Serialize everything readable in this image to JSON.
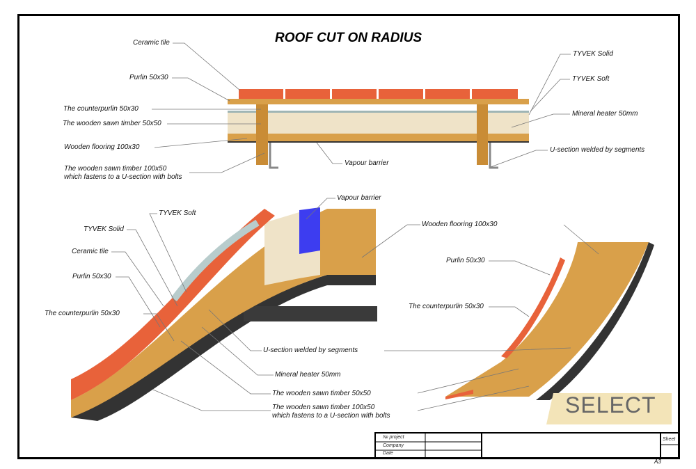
{
  "title": "ROOF CUT ON RADIUS",
  "top_labels": {
    "ceramic_tile": "Ceramic tile",
    "purlin": "Purlin 50x30",
    "counterpurlin": "The counterpurlin 50x30",
    "sawn_timber_50": "The wooden sawn timber 50x50",
    "flooring": "Wooden flooring 100x30",
    "sawn_timber_100_l1": "The wooden sawn timber 100x50",
    "sawn_timber_100_l2": "which fastens to a U-section with bolts",
    "vapour": "Vapour barrier",
    "tyvek_solid": "TYVEK Solid",
    "tyvek_soft": "TYVEK Soft",
    "mineral": "Mineral heater 50mm",
    "u_section": "U-section welded by segments"
  },
  "bottom_labels": {
    "vapour": "Vapour barrier",
    "tyvek_soft": "TYVEK Soft",
    "tyvek_solid": "TYVEK Solid",
    "ceramic_tile": "Ceramic tile",
    "purlin": "Purlin 50x30",
    "counterpurlin": "The counterpurlin 50x30",
    "u_section": "U-section welded by segments",
    "mineral": "Mineral heater 50mm",
    "sawn_timber_50": "The wooden sawn timber 50x50",
    "sawn_timber_100_l1": "The wooden sawn timber 100x50",
    "sawn_timber_100_l2": "which fastens to a U-section with bolts",
    "flooring": "Wooden flooring 100x30",
    "purlin_right": "Purlin 50x30",
    "counterpurlin_right": "The counterpurlin 50x30"
  },
  "logo": "SELECT",
  "title_block": {
    "project": "№ project",
    "company": "Company",
    "date": "Date",
    "sheet": "Sheet",
    "format": "A3"
  },
  "colors": {
    "tile": "#e8623a",
    "wood": "#d9a04a",
    "insulation": "#efe3c8",
    "steel": "#3a3a3a",
    "vapour": "#3d3df0"
  }
}
